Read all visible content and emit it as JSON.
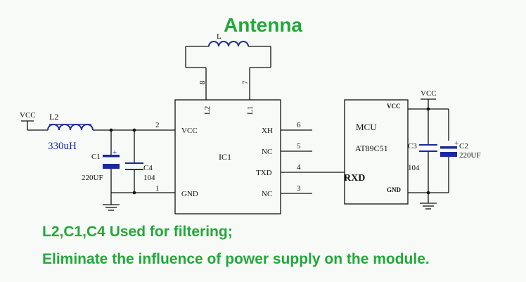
{
  "title": "Antenna",
  "notes": [
    "L2,C1,C4 Used for filtering;",
    "Eliminate the influence of power supply on the module."
  ],
  "schematic": {
    "vcc_left": "VCC",
    "l2": "L2",
    "l2_value": "330uH",
    "c1": "C1",
    "c1_value": "220UF",
    "c4": "C4",
    "c4_value": "104",
    "antenna_inductor": "L",
    "ic1": {
      "name": "IC1",
      "pins": [
        {
          "num": "2",
          "label": "VCC"
        },
        {
          "num": "1",
          "label": "GND"
        },
        {
          "num": "8",
          "label": "L2"
        },
        {
          "num": "7",
          "label": "L1"
        },
        {
          "num": "6",
          "label": "XH"
        },
        {
          "num": "5",
          "label": "NC"
        },
        {
          "num": "4",
          "label": "TXD"
        },
        {
          "num": "3",
          "label": "NC"
        }
      ]
    },
    "mcu": {
      "label": "MCU",
      "part": "AT89C51",
      "vcc": "VCC",
      "gnd": "GND",
      "rxd": "RXD"
    },
    "vcc_right": "VCC",
    "c3": "C3",
    "c3_value": "104",
    "c2": "C2",
    "c2_value": "220UF"
  },
  "colors": {
    "accent_green": "#22a83a",
    "component_blue": "#1a2a9c",
    "wire": "#111111"
  }
}
